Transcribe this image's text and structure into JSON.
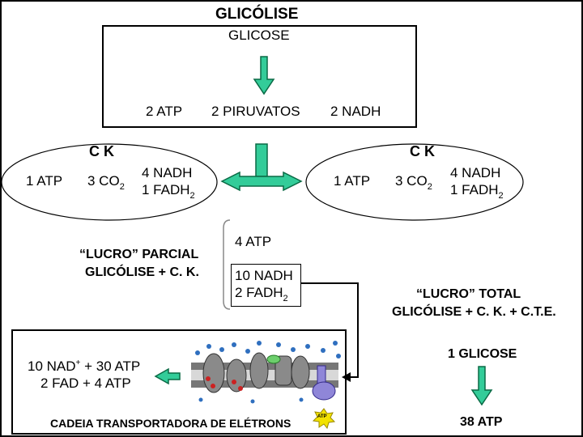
{
  "glycolysis": {
    "title": "GLICÓLISE",
    "substrate": "GLICOSE",
    "products": {
      "atp": "2 ATP",
      "pyruvate": "2 PIRUVATOS",
      "nadh": "2 NADH"
    }
  },
  "krebs_left": {
    "label": "C K",
    "atp": "1 ATP",
    "co2": "3 CO",
    "co2_sub": "2",
    "nadh": "4 NADH",
    "fadh": "1 FADH",
    "fadh_sub": "2"
  },
  "krebs_right": {
    "label": "C K",
    "atp": "1 ATP",
    "co2": "3 CO",
    "co2_sub": "2",
    "nadh": "4 NADH",
    "fadh": "1 FADH",
    "fadh_sub": "2"
  },
  "partial": {
    "title_line1": "“LUCRO” PARCIAL",
    "title_line2": "GLICÓLISE + C. K.",
    "atp": "4 ATP",
    "nadh": "10 NADH",
    "fadh": "2 FADH",
    "fadh_sub": "2"
  },
  "total": {
    "title_line1": "“LUCRO” TOTAL",
    "title_line2": "GLICÓLISE + C. K. + C.T.E.",
    "input": "1 GLICOSE",
    "output": "38 ATP"
  },
  "etc": {
    "line1_a": "10 NAD",
    "line1_sup": "+",
    "line1_b": " + 30 ATP",
    "line2": "2 FAD + 4 ATP",
    "caption": "CADEIA TRANSPORTADORA DE ELÉTRONS",
    "atp_badge": "ATP"
  },
  "colors": {
    "arrow_fill": "#33cc99",
    "arrow_stroke": "#0a6a45",
    "membrane": "#555555",
    "protein": "#8a8a8a",
    "atp_synthase": "#8f86d8",
    "particle": "#2f6fbf"
  }
}
